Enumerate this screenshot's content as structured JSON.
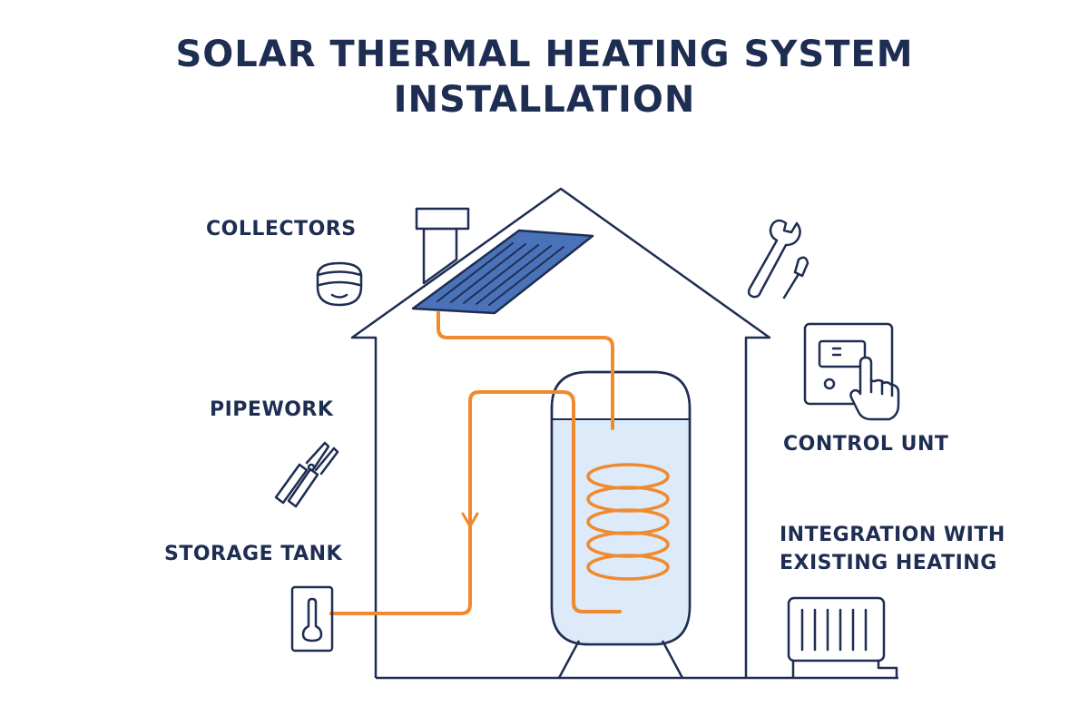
{
  "title": {
    "line1": "SOLAR THERMAL HEATING SYSTEM",
    "line2": "INSTALLATION"
  },
  "labels": {
    "collectors": "COLLECTORS",
    "pipework": "PIPEWORK",
    "storage_tank": "STORAGE TANK",
    "control_unit": "CONTROL UNT",
    "integration_line1": "INTEGRATION WITH",
    "integration_line2": "EXISTING HEATING"
  },
  "icons": [
    "safety-goggles-icon",
    "pliers-icon",
    "thermometer-icon",
    "wrench-icon",
    "screwdriver-icon",
    "thermostat-touch-icon",
    "radiator-icon"
  ],
  "colors": {
    "outline": "#1e2d52",
    "pipe": "#f08a2e",
    "collector": "#4a72b8",
    "tank_fill": "#dceafa"
  }
}
